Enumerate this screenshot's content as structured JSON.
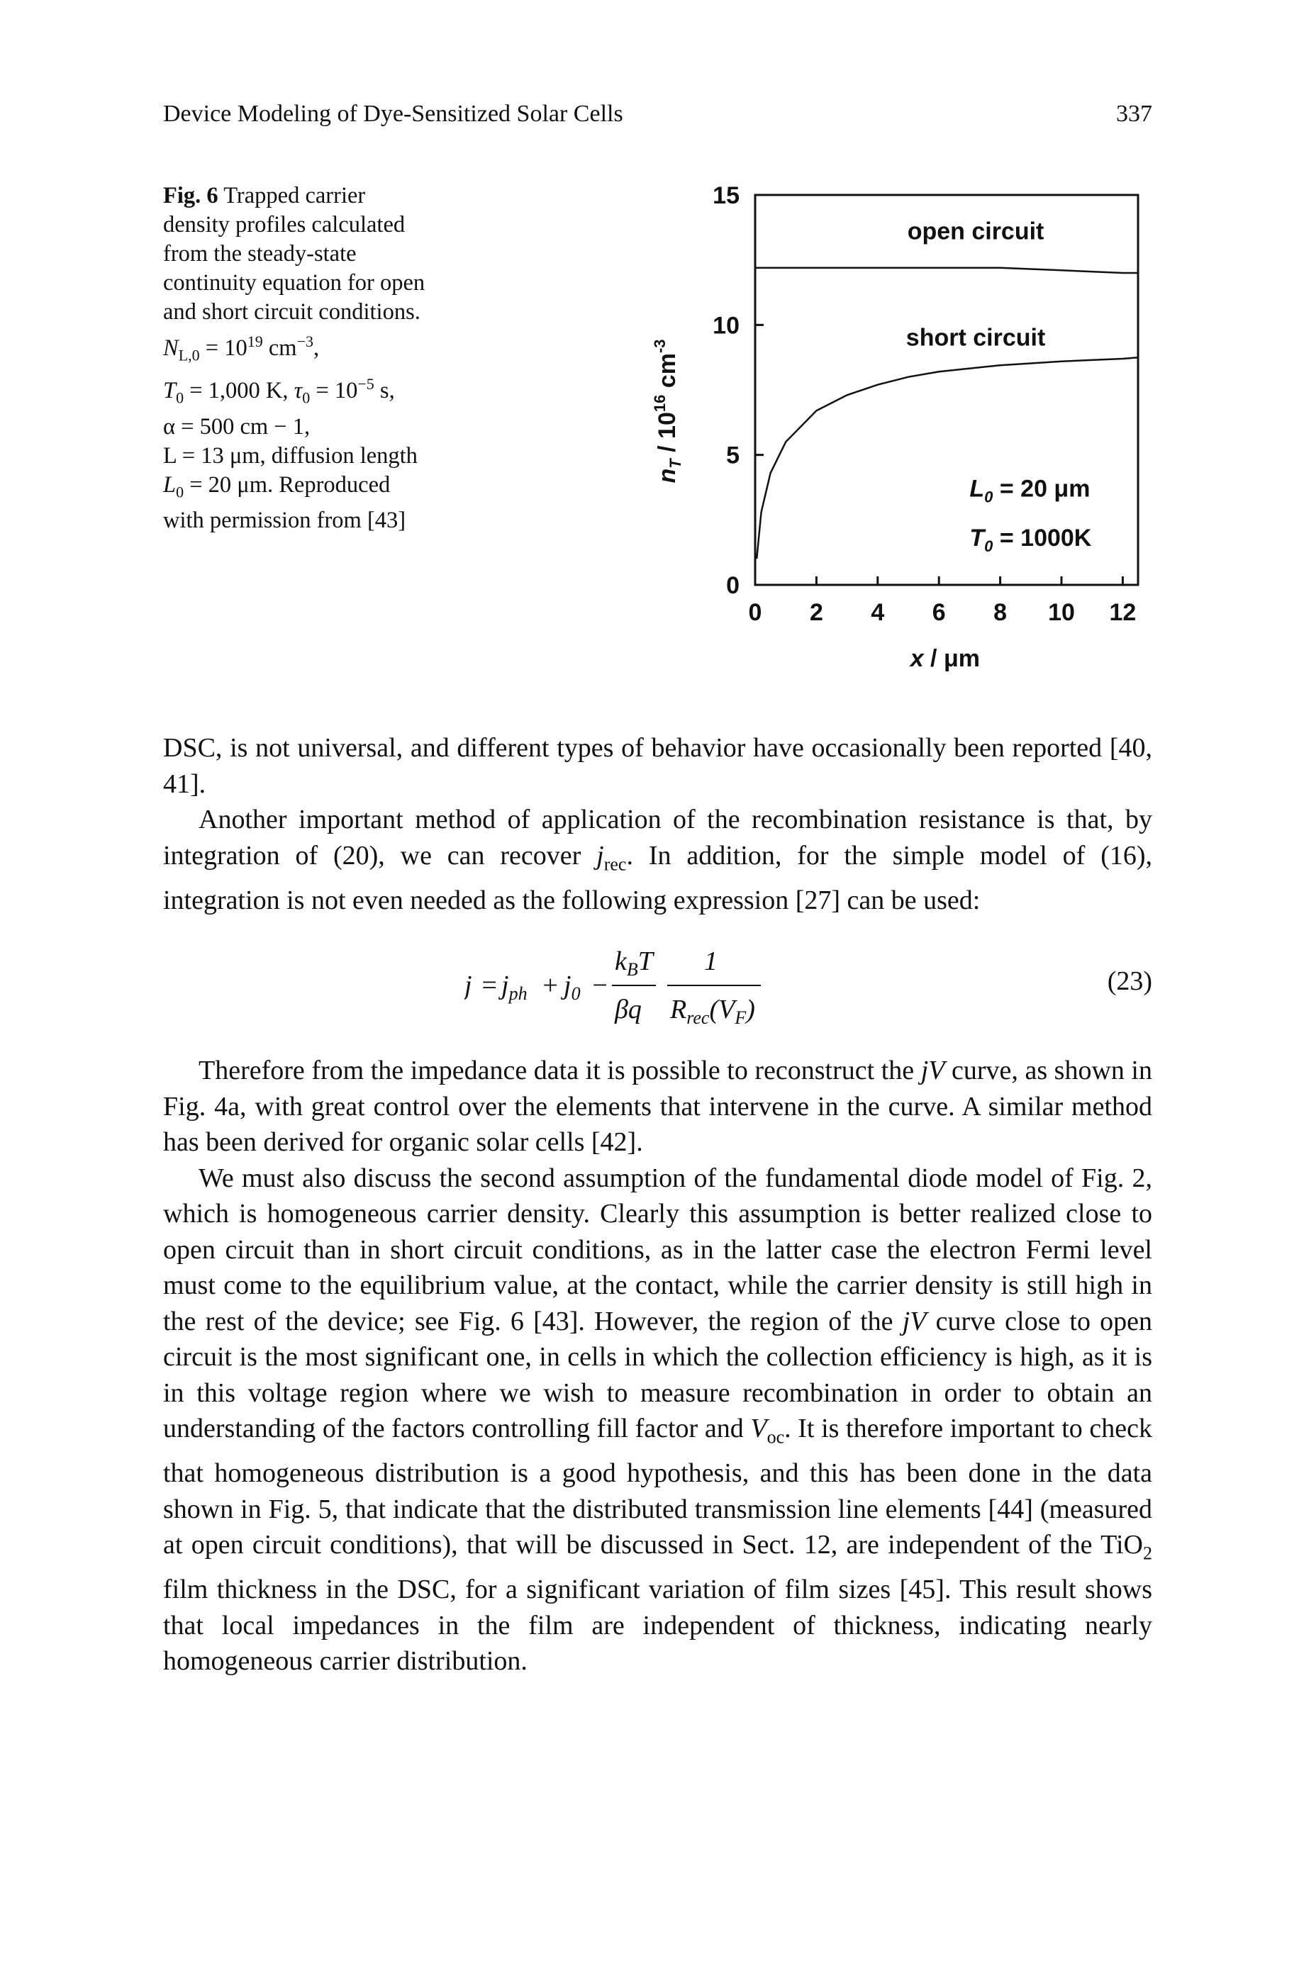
{
  "header": {
    "running_head": "Device Modeling of Dye-Sensitized Solar Cells",
    "page_number": "337"
  },
  "caption": {
    "label": "Fig. 6",
    "lines": [
      "Trapped carrier",
      "density profiles calculated",
      "from the steady-state",
      "continuity equation for open",
      "and short circuit conditions.",
      "N_L,0 = 10^19 cm^-3,",
      "T_0 = 1,000 K, τ_0 = 10^-5 s,",
      "α = 500 cm − 1,",
      "L = 13 μm, diffusion length",
      "L_0 = 20 μm. Reproduced",
      "with permission from [43]"
    ],
    "line1_rest": "Trapped carrier",
    "line2": "density profiles calculated",
    "line3": "from the steady-state",
    "line4": "continuity equation for open",
    "line5": "and short circuit conditions.",
    "line9": "L = 13 μm, diffusion length",
    "line11": "with permission from [43]",
    "nl_sym": "N",
    "nl_sub": "L,0",
    "nl_eq": " = 10",
    "nl_exp": "19",
    "nl_unit": " cm",
    "nl_unit_exp": "−3",
    "nl_end": ",",
    "t0_sym": "T",
    "t0_sub": "0",
    "t0_mid": " = 1,000 K, ",
    "tau_sym": "τ",
    "tau_sub": "0",
    "tau_eq": " = 10",
    "tau_exp": "−5",
    "tau_end": " s,",
    "alpha": "α = 500 cm − 1,",
    "l0_sym": "L",
    "l0_sub": "0",
    "l0_rest": " = 20 μm. Reproduced"
  },
  "chart_data": {
    "type": "line",
    "title": "",
    "xlabel": "x / μm",
    "ylabel": "n_T / 10^16 cm^-3",
    "xlim": [
      0,
      12.5
    ],
    "ylim": [
      0,
      15
    ],
    "x_ticks": [
      0,
      2,
      4,
      6,
      8,
      10,
      12
    ],
    "y_ticks": [
      0,
      5,
      10,
      15
    ],
    "grid": false,
    "series": [
      {
        "name": "open circuit",
        "x": [
          0,
          2,
          4,
          6,
          8,
          10,
          12,
          12.5
        ],
        "y": [
          12.2,
          12.2,
          12.2,
          12.2,
          12.2,
          12.1,
          12.0,
          12.0
        ]
      },
      {
        "name": "short circuit",
        "x": [
          0.05,
          0.2,
          0.5,
          1,
          2,
          3,
          4,
          5,
          6,
          8,
          10,
          12,
          12.5
        ],
        "y": [
          1.0,
          2.8,
          4.3,
          5.5,
          6.7,
          7.3,
          7.7,
          8.0,
          8.2,
          8.45,
          8.6,
          8.7,
          8.75
        ]
      }
    ],
    "annotations": [
      {
        "text_sym": "L",
        "text_sub": "0",
        "text_rest": " = 20 μm"
      },
      {
        "text_sym": "T",
        "text_sub": "0",
        "text_rest": " = 1000K"
      }
    ]
  },
  "chart_text": {
    "x_tick_labels": [
      "0",
      "2",
      "4",
      "6",
      "8",
      "10",
      "12"
    ],
    "y_tick_labels": [
      "0",
      "5",
      "10",
      "15"
    ],
    "xlabel_var": "x",
    "xlabel_unit": " / μm",
    "ylabel_n": "n",
    "ylabel_sub": "T",
    "ylabel_rest": " / 10",
    "ylabel_exp": "16",
    "ylabel_unit": " cm",
    "ylabel_unit_exp": "-3",
    "label_open": "open circuit",
    "label_short": "short circuit",
    "ann1_sym": "L",
    "ann1_sub": "0",
    "ann1_rest": " = 20 μm",
    "ann2_sym": "T",
    "ann2_sub": "0",
    "ann2_rest": " = 1000K"
  },
  "body": {
    "p1": "DSC, is not universal, and different types of behavior have occasionally been reported [40, 41].",
    "p2_a": "Another important method of application of the recombination resistance is that, by integration of (20), we can recover ",
    "p2_j": "j",
    "p2_sub": "rec",
    "p2_b": ". In addition, for the simple model of (16), integration is not even needed as the following expression [27] can be used:",
    "p3_a": "Therefore from the impedance data it is possible to reconstruct the ",
    "p3_jv": "jV",
    "p3_b": " curve, as shown in Fig. 4a, with great control over the elements that intervene in the curve. A similar method has been derived for organic solar cells [42].",
    "p4_a": "We must also discuss the second assumption of the fundamental diode model of Fig. 2, which is homogeneous carrier density. Clearly this assumption is better realized close to open circuit than in short circuit conditions, as in the latter case the electron Fermi level must come to the equilibrium value, at the contact, while the carrier density is still high in the rest of the device; see Fig. 6 [43]. However, the region of the ",
    "p4_jv": "jV",
    "p4_b": " curve close to open circuit is the most significant one, in cells in which the collection efficiency is high, as it is in this voltage region where we wish to measure recombination in order to obtain an understanding of the factors controlling fill factor and ",
    "p4_v": "V",
    "p4_vsub": "oc",
    "p4_c": ". It is therefore important to check that homogeneous distribution is a good hypothesis, and this has been done in the data shown in Fig. 5, that indicate that the distributed transmission line elements [44] (measured at open circuit conditions), that will be discussed in Sect. 12, are independent of the TiO",
    "p4_tisub": "2",
    "p4_d": " film thickness in the DSC, for a significant variation of film sizes [45]. This result shows that local impedances in the film are independent of thickness, indicating nearly homogeneous carrier distribution."
  },
  "equation": {
    "number": "(23)",
    "j": "j",
    "eq": "=",
    "jph": "j",
    "jph_sub": "ph",
    "plus": "+",
    "j0": "j",
    "j0_sub": "0",
    "minus": "−",
    "num1_k": "k",
    "num1_sub": "B",
    "num1_T": "T",
    "den1": "βq",
    "num2": "1",
    "den2_R": "R",
    "den2_sub": "rec",
    "den2_rest": "(V",
    "den2_vsub": "F",
    "den2_close": ")"
  }
}
